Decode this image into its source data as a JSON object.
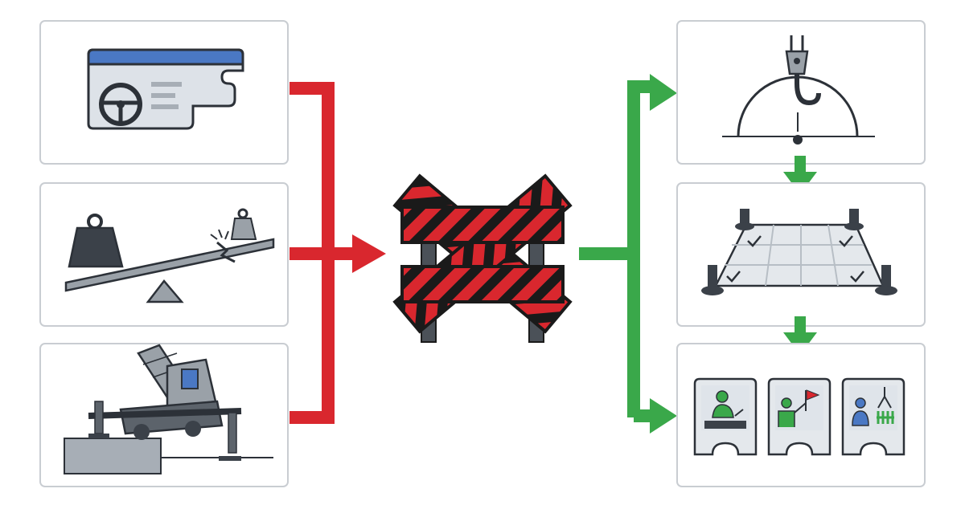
{
  "diagram": {
    "left_panels": [
      {
        "id": "incomplete-license",
        "icon": "license-card-missing-piece-icon"
      },
      {
        "id": "overload",
        "icon": "overloaded-seesaw-icon"
      },
      {
        "id": "unstable-setup",
        "icon": "crane-on-uneven-ground-icon"
      }
    ],
    "center": {
      "icon": "road-barricade-icon"
    },
    "right_panels": [
      {
        "id": "load-chart-check",
        "icon": "crane-hook-load-radius-icon"
      },
      {
        "id": "level-outrigger-setup",
        "icon": "outriggers-on-level-mat-icon"
      },
      {
        "id": "qualified-crew",
        "icon": "operator-signalperson-rigger-cards-icon"
      }
    ],
    "colors": {
      "stop_arrow": "#d9272e",
      "go_arrow": "#3aa84a",
      "panel_border": "#c9cdd2",
      "icon_dark": "#3b4149",
      "icon_gray": "#9aa1a8",
      "accent_blue": "#4a78c4"
    }
  }
}
